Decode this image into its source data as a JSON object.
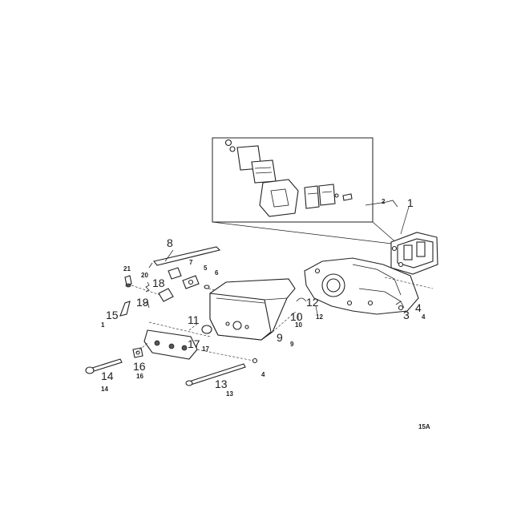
{
  "figure_code": "15A",
  "callouts": {
    "1": {
      "big": "1"
    },
    "2": {
      "small": "2"
    },
    "3": {
      "big": "3"
    },
    "4": {
      "big": "4",
      "small": "4"
    },
    "4b": {
      "small": "4"
    },
    "5": {
      "small": "5"
    },
    "6": {
      "small": "6"
    },
    "7": {
      "small": "7"
    },
    "8": {
      "big": "8"
    },
    "9": {
      "big": "9",
      "small": "9"
    },
    "10": {
      "big": "10",
      "small": "10"
    },
    "11": {
      "big": "11"
    },
    "12": {
      "big": "12",
      "small": "12"
    },
    "13": {
      "big": "13",
      "small": "13"
    },
    "14": {
      "big": "14",
      "small": "14"
    },
    "15": {
      "big": "15",
      "small": "1"
    },
    "16": {
      "big": "16",
      "small": "16"
    },
    "17": {
      "big": "17",
      "small": "17"
    },
    "18": {
      "big": "18"
    },
    "19": {
      "big": "19"
    },
    "20": {
      "small": "20"
    },
    "21": {
      "small": "21"
    }
  }
}
